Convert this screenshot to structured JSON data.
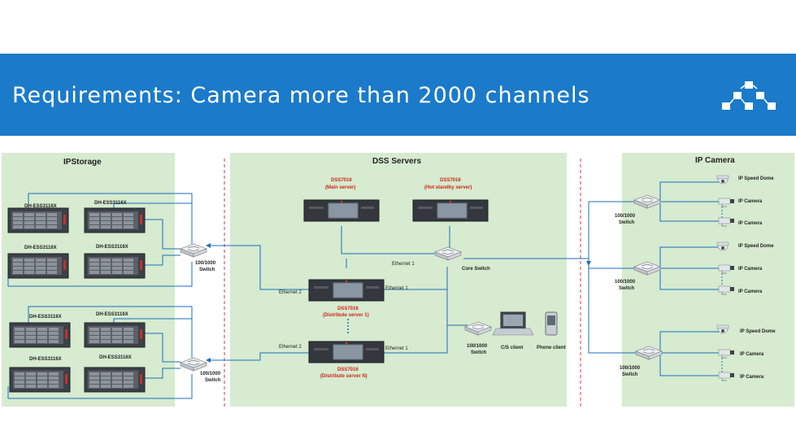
{
  "header": {
    "title": "Requirements: Camera more than 2000 channels",
    "color": "#1b7ac9"
  },
  "zones": {
    "ipstorage": "IPStorage",
    "servers": "DSS Servers",
    "camera": "IP Camera"
  },
  "storage": {
    "units": [
      "DH-ESS3116X",
      "DH-ESS3116X",
      "DH-ESS3116X",
      "DH-ESS3116X",
      "DH-ESS3116X",
      "DH-ESS3116X",
      "DH-ESS3116X",
      "DH-ESS3116X"
    ]
  },
  "switches": {
    "speed": "100/1000",
    "word": "Switch",
    "core": "Core Switch"
  },
  "servers": {
    "main_model": "DSS7016",
    "main_role": "(Main server)",
    "standby_model": "DSS7016",
    "standby_role": "(Hot standby server)",
    "dist1_model": "DSS7016",
    "dist1_role": "(Distribute server 1)",
    "distn_model": "DSS7016",
    "distn_role": "(Distribute server N)"
  },
  "ports": {
    "eth1": "Ethernet 1",
    "eth2": "Ethernet 2"
  },
  "clients": {
    "cs": "C/S client",
    "phone": "Phone client"
  },
  "cameras": {
    "speed_dome": "IP Speed Dome",
    "ip_camera": "IP Camera"
  }
}
